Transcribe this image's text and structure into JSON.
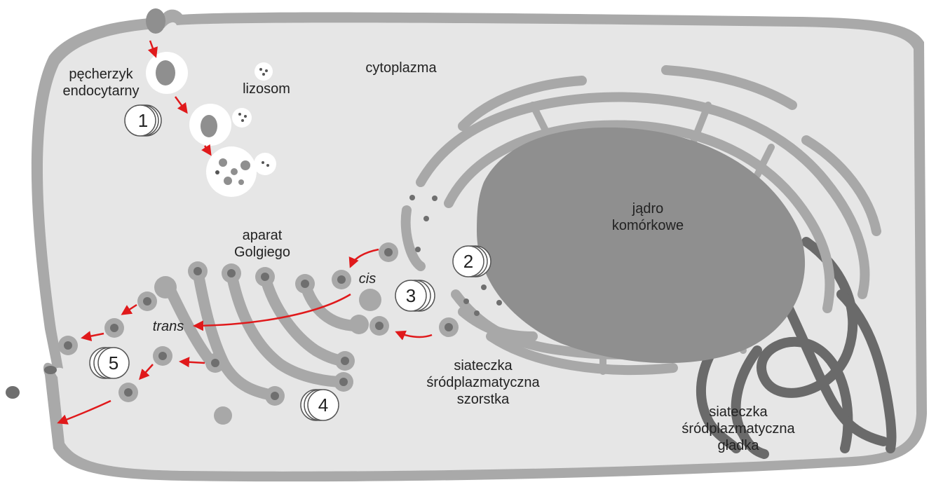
{
  "labels": {
    "endocytic_vesicle": [
      "pęcherzyk",
      "endocytarny"
    ],
    "lysosome": "lizosom",
    "cytoplasm": "cytoplazma",
    "nucleus": [
      "jądro",
      "komórkowe"
    ],
    "golgi": [
      "aparat",
      "Golgiego"
    ],
    "cis": "cis",
    "trans": "trans",
    "rough_er": [
      "siateczka",
      "śródplazmatyczna",
      "szorstka"
    ],
    "smooth_er": [
      "siateczka",
      "śródplazmatyczna",
      "gładka"
    ]
  },
  "steps": [
    "1",
    "2",
    "3",
    "4",
    "5"
  ],
  "colors": {
    "membrane": "#a9a9a9",
    "cytoplasm": "#e6e6e6",
    "nucleus": "#8f8f8f",
    "organelle": "#a8a8a8",
    "smooth_er": "#6a6a6a",
    "arrow": "#e0191b",
    "vesicle_core": "#6f6f6f",
    "lysosome": "#ffffff"
  }
}
